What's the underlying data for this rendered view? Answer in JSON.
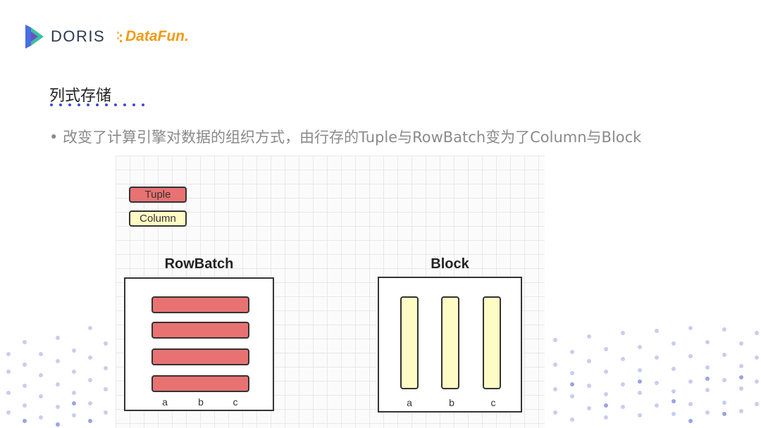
{
  "brand": {
    "doris": "DORIS",
    "datafun": "DataFun."
  },
  "slide": {
    "title": "列式存储",
    "bullet": "改变了计算引擎对数据的组织方式，由行存的Tuple与RowBatch变为了Column与Block"
  },
  "diagram": {
    "legend": {
      "tuple": "Tuple",
      "column": "Column"
    },
    "rowbatch": {
      "title": "RowBatch",
      "labels": [
        "a",
        "b",
        "c"
      ]
    },
    "block": {
      "title": "Block",
      "labels": [
        "a",
        "b",
        "c"
      ]
    }
  },
  "colors": {
    "tuple_fill": "#e87272",
    "column_fill": "#fffbc4",
    "accent_dots": "#3b4ad6",
    "datafun_orange": "#f29a12",
    "doris_blue": "#4a6ee0",
    "doris_green": "#3dbfa0"
  }
}
